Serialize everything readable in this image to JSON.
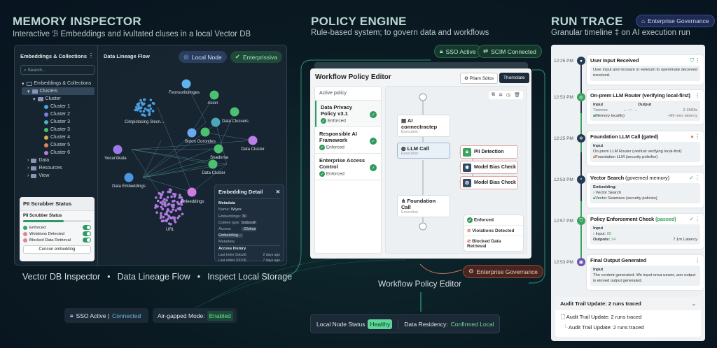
{
  "memory": {
    "title": "MEMORY INSPECTOR",
    "subtitle": "Interactive ℬ Embeddings and ivultated cluses in a local Vector DB",
    "sidebar": {
      "title": "Embeddings & Collections",
      "search_placeholder": "Search...",
      "tree": {
        "root": "Embeddings & Collections",
        "clusters": "Clusters",
        "cluster": "Cluster",
        "items": [
          "Cluster 1",
          "Cluster 2",
          "Cluster 3",
          "Cluster 3",
          "Cluster 4",
          "Cluster 5",
          "Cluster 6"
        ],
        "data": "Data",
        "resources": "Resources",
        "view": "View"
      }
    },
    "graph": {
      "title": "Data Lineage Flow",
      "badge_local": "Local Node",
      "badge_ent": "Enterprissiva",
      "labels": [
        "Feonsoriloimges",
        "Asion",
        "Data Clussers",
        "Boton Gorondes",
        "Data Cluster",
        "Snadonta",
        "Data Cluster",
        "Vecar'dkata",
        "Data Embeddings",
        "Enleeddings",
        "Cimpistocing Slecn...",
        "URL"
      ]
    },
    "pii": {
      "title": "PII Scrubber Status",
      "subtitle": "PII Scrubber Status",
      "progress": 0.6,
      "rows": [
        "Enforced",
        "Wolstions Detected",
        "Blocked Data Retrieval"
      ],
      "button": "Concon embedding"
    },
    "detail": {
      "title": "Embedding Detail",
      "metadata": "Metadata",
      "name_k": "Name:",
      "name_v": "Wiyex",
      "emb_k": "Embeddings:",
      "emb_v": "30",
      "type_k": "Coidee type:",
      "type_v": "Soibooth",
      "access_k": "Access",
      "access_v": "Glokue Embedding...",
      "meta2": "Metadata",
      "history": "Access history",
      "h1_k": "Last treter Sebut5",
      "h1_v": "2 days ago",
      "h2_k": "Last oobel 100:06",
      "h2_v": "7 days ago"
    },
    "caption": [
      "Vector DB Inspector",
      "Data Lineage Flow",
      "Inspect Local Storage"
    ],
    "sso": "SSO Active |",
    "sso_state": "Connected",
    "air": "Air-gapped Mode:",
    "air_state": "Enabled"
  },
  "policy": {
    "title": "POLICY ENGINE",
    "subtitle": "Rule-based system; to govern data and workflows",
    "sso": "SSO Active",
    "scim": "SCIM Connected",
    "editor": {
      "title": "Workflow Policy Editor",
      "btn1": "Pliam Sdlos",
      "btn2": "Thomolate",
      "active_label": "Active policy",
      "policies": [
        {
          "name": "Data Privacy Policy v3.1",
          "status": "Enforced"
        },
        {
          "name": "Responsible AI Framework",
          "status": "Enforced"
        },
        {
          "name": "Enterprise Access Control",
          "status": "Enforced"
        }
      ],
      "nodes": [
        {
          "t": "AI connectractep",
          "s": "Execution"
        },
        {
          "t": "LLM Call",
          "s": "Execution"
        },
        {
          "t": "Foundation Call",
          "s": "Execution"
        }
      ],
      "rules": [
        "PII Detection",
        "Model Bias Check",
        "Model Bias Check"
      ],
      "legend": [
        "Enforced",
        "Violations Detected",
        "Blocked Data Retrieval"
      ]
    },
    "gov_badge": "Enterprise Governance",
    "caption": "Workflow Policy Editor",
    "status_label": "Local Node Status",
    "status": "Healthy",
    "residency": "Data Residency:",
    "residency_v": "Confirmed Local"
  },
  "trace": {
    "title": "RUN TRACE",
    "badge": "Enterprise Governance",
    "subtitle": "Granular timeline ‡ on AI execution run",
    "events": [
      {
        "time": "12:25 PM",
        "title": "User Input Received",
        "body": "User input and recivant or eetetum to opeminate deceived nsceived."
      },
      {
        "time": "12:53 PM",
        "title": "On-prem LLM Router (verifying local-first)",
        "in": "Input",
        "out": "Output",
        "r1a": "Trences",
        "r1b": "2.1503s",
        "r2a": "Memory locallly)",
        "r2b": "+89 mes latency"
      },
      {
        "time": "12:25 PM",
        "title": "Foundation LLM Call (gated)",
        "in": "Input",
        "l1": "On.prem LLM Router (verifust verifying local-first)",
        "l2": "Foundation LLM (security poliefee)"
      },
      {
        "time": "12:53 PM",
        "title": "Vector Search",
        "title2": "(governed memory)",
        "in": "Embedding:",
        "l1": "Vector Search",
        "l2": "Vector Seamses (security policies)"
      },
      {
        "time": "12:57 PM",
        "title": "Policy Enforcement Check",
        "title2": "(passed)",
        "in": "Input",
        "l1": "Input:",
        "v1": "00",
        "l2": "Outpots:",
        "v2": "14",
        "lat": "7.1m Latency"
      },
      {
        "time": "12:53 PM",
        "title": "Final Output Generated",
        "in": "Input",
        "body": "The content generated. We inpot onca uewer, aon output is einned output generated."
      }
    ],
    "audit": {
      "title": "Audit Trail Update: 2 runs traced",
      "items": [
        "Audit Trail Update: 2 runs traced",
        "Audit Trail Update: 2 runs traced"
      ]
    }
  }
}
